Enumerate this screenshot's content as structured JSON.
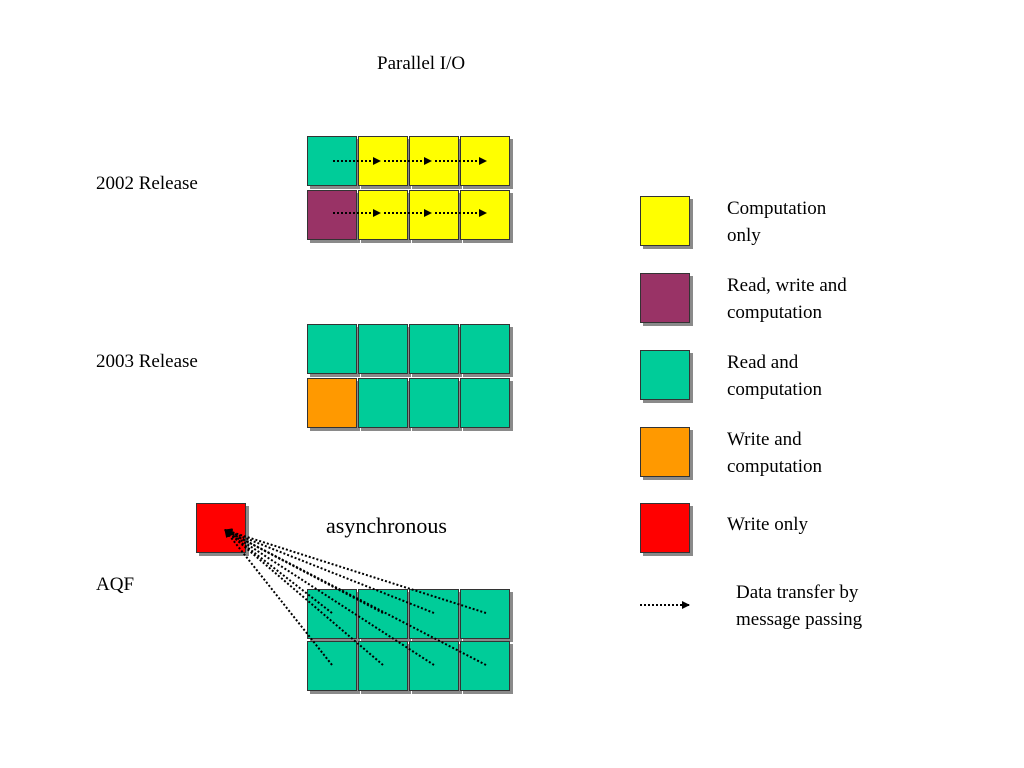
{
  "title": "Parallel I/O",
  "colors": {
    "computation_only": "#ffff00",
    "read_write_computation": "#993366",
    "read_computation": "#00cc99",
    "write_computation": "#ff9900",
    "write_only": "#ff0000"
  },
  "sections": {
    "release_2002": {
      "label": "2002 Release",
      "rows": [
        [
          "read_computation",
          "computation_only",
          "computation_only",
          "computation_only"
        ],
        [
          "read_write_computation",
          "computation_only",
          "computation_only",
          "computation_only"
        ]
      ]
    },
    "release_2003": {
      "label": "2003 Release",
      "rows": [
        [
          "read_computation",
          "read_computation",
          "read_computation",
          "read_computation"
        ],
        [
          "write_computation",
          "read_computation",
          "read_computation",
          "read_computation"
        ]
      ]
    },
    "aqf": {
      "label": "AQF",
      "note": "asynchronous",
      "writer": "write_only",
      "rows": [
        [
          "read_computation",
          "read_computation",
          "read_computation",
          "read_computation"
        ],
        [
          "read_computation",
          "read_computation",
          "read_computation",
          "read_computation"
        ]
      ]
    }
  },
  "legend": [
    {
      "key": "computation_only",
      "line1": "Computation",
      "line2": "only"
    },
    {
      "key": "read_write_computation",
      "line1": "Read, write and",
      "line2": "computation"
    },
    {
      "key": "read_computation",
      "line1": "Read and",
      "line2": "computation"
    },
    {
      "key": "write_computation",
      "line1": "Write and",
      "line2": "computation"
    },
    {
      "key": "write_only",
      "line1": "Write only",
      "line2": ""
    }
  ],
  "arrow_legend": {
    "line1": "Data transfer by",
    "line2": "message passing"
  }
}
